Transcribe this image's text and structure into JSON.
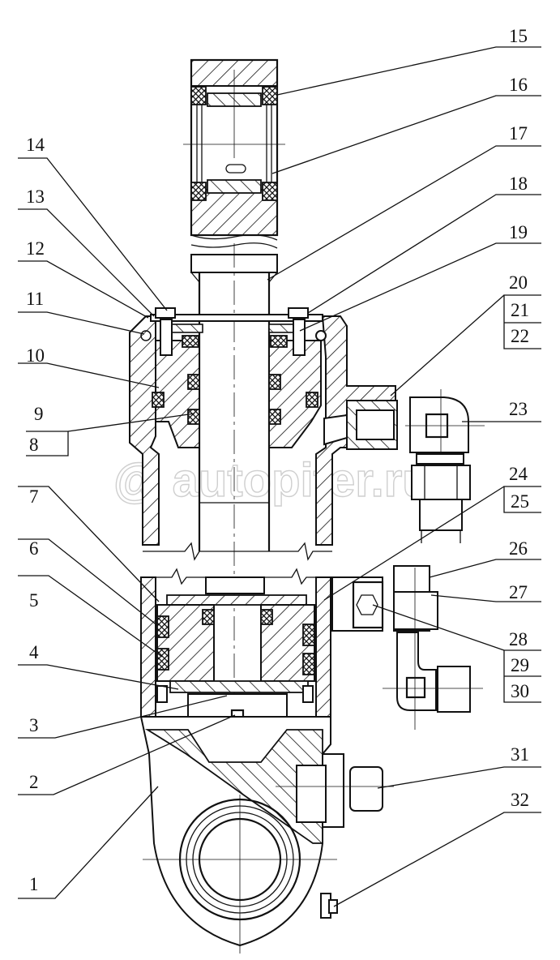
{
  "diagram": {
    "title": "Hydraulic cylinder sectional assembly",
    "watermark": "@ autopiter.ru",
    "callouts": [
      {
        "id": "1",
        "label": "1",
        "side": "left"
      },
      {
        "id": "2",
        "label": "2",
        "side": "left"
      },
      {
        "id": "3",
        "label": "3",
        "side": "left"
      },
      {
        "id": "4",
        "label": "4",
        "side": "left"
      },
      {
        "id": "5",
        "label": "5",
        "side": "left"
      },
      {
        "id": "6",
        "label": "6",
        "side": "left"
      },
      {
        "id": "7",
        "label": "7",
        "side": "left"
      },
      {
        "id": "8",
        "label": "8",
        "side": "left"
      },
      {
        "id": "9",
        "label": "9",
        "side": "left"
      },
      {
        "id": "10",
        "label": "10",
        "side": "left"
      },
      {
        "id": "11",
        "label": "11",
        "side": "left"
      },
      {
        "id": "12",
        "label": "12",
        "side": "left"
      },
      {
        "id": "13",
        "label": "13",
        "side": "left"
      },
      {
        "id": "14",
        "label": "14",
        "side": "left"
      },
      {
        "id": "15",
        "label": "15",
        "side": "right"
      },
      {
        "id": "16",
        "label": "16",
        "side": "right"
      },
      {
        "id": "17",
        "label": "17",
        "side": "right"
      },
      {
        "id": "18",
        "label": "18",
        "side": "right"
      },
      {
        "id": "19",
        "label": "19",
        "side": "right"
      },
      {
        "id": "20",
        "label": "20",
        "side": "right"
      },
      {
        "id": "21",
        "label": "21",
        "side": "right"
      },
      {
        "id": "22",
        "label": "22",
        "side": "right"
      },
      {
        "id": "23",
        "label": "23",
        "side": "right"
      },
      {
        "id": "24",
        "label": "24",
        "side": "right"
      },
      {
        "id": "25",
        "label": "25",
        "side": "right"
      },
      {
        "id": "26",
        "label": "26",
        "side": "right"
      },
      {
        "id": "27",
        "label": "27",
        "side": "right"
      },
      {
        "id": "28",
        "label": "28",
        "side": "right"
      },
      {
        "id": "29",
        "label": "29",
        "side": "right"
      },
      {
        "id": "30",
        "label": "30",
        "side": "right"
      },
      {
        "id": "31",
        "label": "31",
        "side": "right"
      },
      {
        "id": "32",
        "label": "32",
        "side": "right"
      }
    ]
  }
}
